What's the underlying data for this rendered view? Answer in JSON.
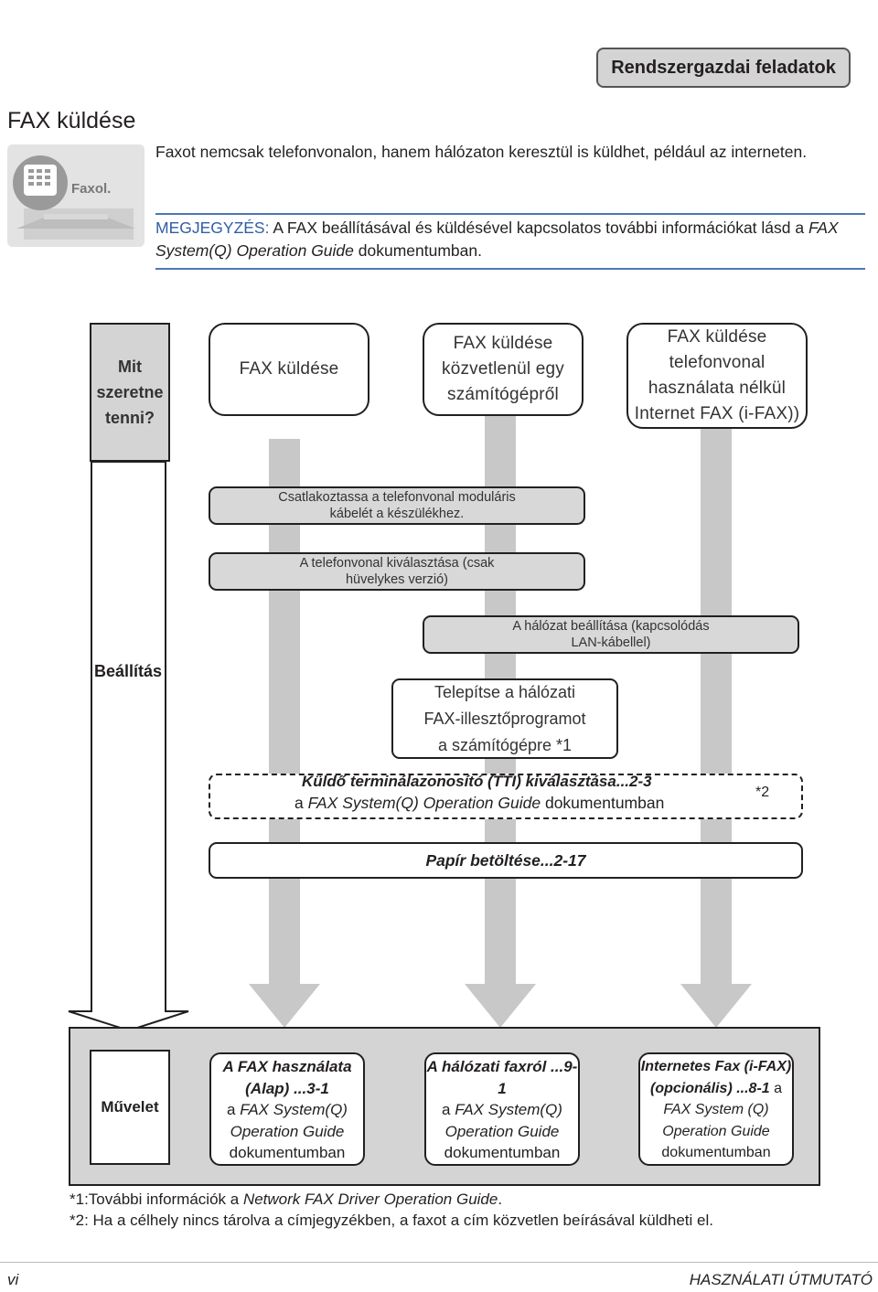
{
  "section_tab": "Rendszergazdai feladatok",
  "heading": "FAX küldése",
  "thumbnail_label": "Faxol.",
  "intro": "Faxot nemcsak telefonvonalon, hanem hálózaton keresztül is küldhet, például az interneten.",
  "note": {
    "label": "MEGJEGYZÉS:",
    "text_1": " A FAX beállításával és küldésével kapcsolatos további információkat lásd a ",
    "guide": "FAX System(Q) Operation Guide",
    "text_2": " dokumentumban."
  },
  "flow": {
    "question_label": [
      "Mit",
      "szeretne",
      "tenni?"
    ],
    "goals": [
      [
        "FAX küldése"
      ],
      [
        "FAX küldése",
        "közvetlenül egy",
        "számítógépről"
      ],
      [
        "FAX küldése",
        "telefonvonal",
        "használata nélkül",
        "Internet FAX (i-FAX))"
      ]
    ],
    "setup_label": "Beállítás",
    "steps": {
      "connect": [
        "Csatlakoztassa a telefonvonal moduláris",
        "kábelét a készülékhez."
      ],
      "line_select": [
        "A telefonvonal kiválasztása (csak",
        "hüvelykes verzió)"
      ],
      "network": [
        "A hálózat beállítása (kapcsolódás",
        "LAN-kábellel)"
      ],
      "driver": [
        "Telepítse a hálózati",
        "FAX-illesztőprogramot",
        "a számítógépre *1"
      ],
      "tti_title": "Küldő terminálazonosító (TTI) kiválasztása...2-3",
      "tti_prefix": "a ",
      "tti_guide": "FAX System(Q) Operation Guide",
      "tti_suffix": " dokumentumban",
      "tti_ref": "*2",
      "paper": "Papír betöltése...2-17"
    },
    "operation_label": "Művelet",
    "operations": [
      {
        "title": "A FAX használata (Alap)",
        "ref": " ...3-1",
        "prefix": "a ",
        "guide": "FAX System(Q) Operation Guide",
        "suffix": " dokumentumban"
      },
      {
        "title": "A hálózati faxról",
        "ref": " ...9-1",
        "prefix": "a ",
        "guide": "FAX System(Q) Operation Guide",
        "suffix": " dokumentumban"
      },
      {
        "title": "Internetes Fax (i-FAX) (opcionális)",
        "ref": " ...8-1",
        "prefix": " a ",
        "guide": "FAX System (Q) Operation Guide",
        "suffix": " dokumentumban"
      }
    ]
  },
  "footnotes": {
    "f1_prefix": "*1:További információk a ",
    "f1_guide": "Network FAX Driver Operation Guide",
    "f1_suffix": ".",
    "f2": "*2: Ha a célhely nincs tárolva a címjegyzékben, a faxot a cím közvetlen beírásával küldheti el."
  },
  "footer": {
    "page": "vi",
    "manual": "HASZNÁLATI ÚTMUTATÓ"
  },
  "colors": {
    "accent_blue": "#2f5ea6",
    "flow_gray": "#c8c8c8",
    "box_gray": "#d4d4d4"
  }
}
